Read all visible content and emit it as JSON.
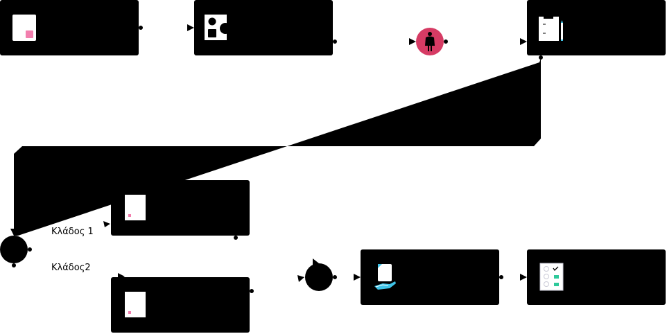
{
  "branches": {
    "branch_1": "Κλάδος 1",
    "branch_2": "Κλάδος2"
  },
  "colors": {
    "node_fill": "#000000",
    "user_task_fill": "#d63b64",
    "accent_pink": "#f27fae",
    "accent_cyan": "#3fc4e8",
    "accent_green": "#2ec99a"
  },
  "icons": {
    "document-icon": "form document",
    "shapes-icon": "shapes",
    "person-icon": "user",
    "clipboard-icon": "clipboard with pencil",
    "hand-document-icon": "hand holding document",
    "checklist-icon": "checklist"
  }
}
